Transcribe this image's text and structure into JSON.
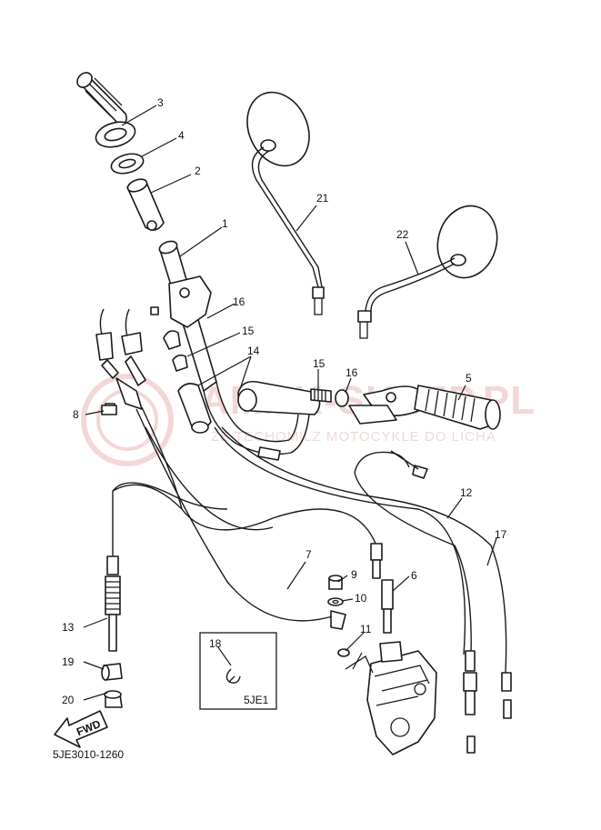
{
  "diagram": {
    "code": "5JE3010-1260",
    "inset_label": "5JE1",
    "fwd_label": "FWD",
    "watermark_text": "AMAK-SKLEP.PL",
    "watermark_subtext": "ZE TECHOMILZ MOTOCYKLE DO LICHA",
    "colors": {
      "line": "#1a1a1a",
      "watermark": "#e8b8b8"
    },
    "callouts": [
      "1",
      "2",
      "3",
      "4",
      "5",
      "6",
      "7",
      "8",
      "9",
      "10",
      "11",
      "12",
      "13",
      "14",
      "15",
      "15",
      "16",
      "16",
      "17",
      "18",
      "19",
      "20",
      "21",
      "22"
    ]
  }
}
